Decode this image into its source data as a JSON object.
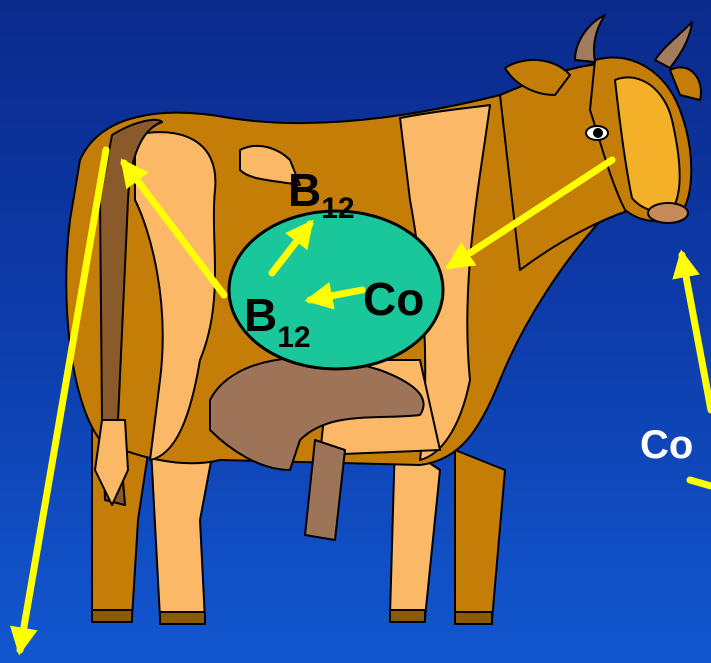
{
  "labels": {
    "b12_top": "B",
    "b12_top_sub": "12",
    "b12_mid": "B",
    "b12_mid_sub": "12",
    "co_inner": "Co",
    "co_outer": "Co"
  },
  "colors": {
    "arrow": "#ffff00",
    "rumen": "#19c79a",
    "body_dark": "#c47e08",
    "body_light": "#fbb866",
    "udder": "#9d7458",
    "text_dark": "#000000",
    "text_light": "#ffffff"
  }
}
